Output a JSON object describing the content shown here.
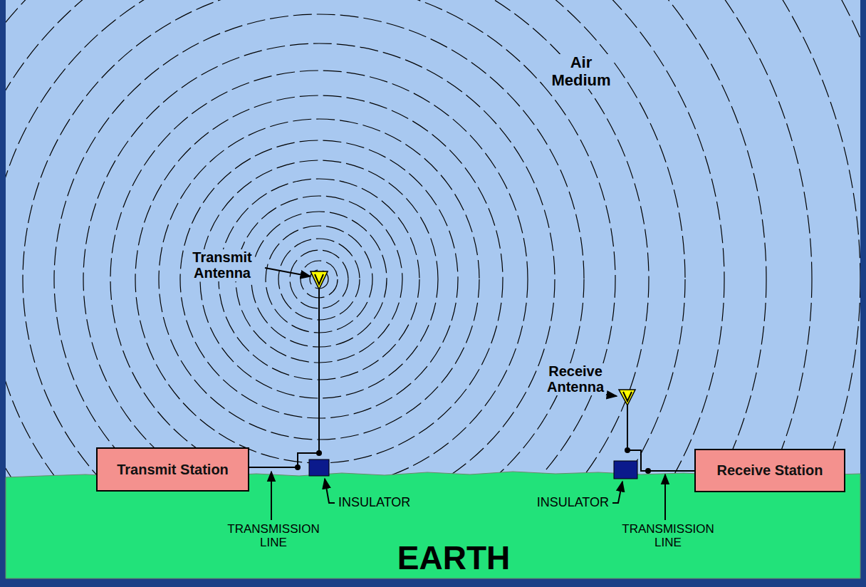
{
  "diagram": {
    "nodes": [
      {
        "text": [
          "Transmit Station"
        ]
      },
      {
        "text": [
          "Receive Station"
        ]
      }
    ],
    "labels": [
      "Air Medium",
      "Transmit Antenna",
      "Receive Antenna",
      "INSULATOR",
      "INSULATOR",
      "TRANSMISSION LINE",
      "TRANSMISSION LINE",
      "EARTH"
    ]
  }
}
